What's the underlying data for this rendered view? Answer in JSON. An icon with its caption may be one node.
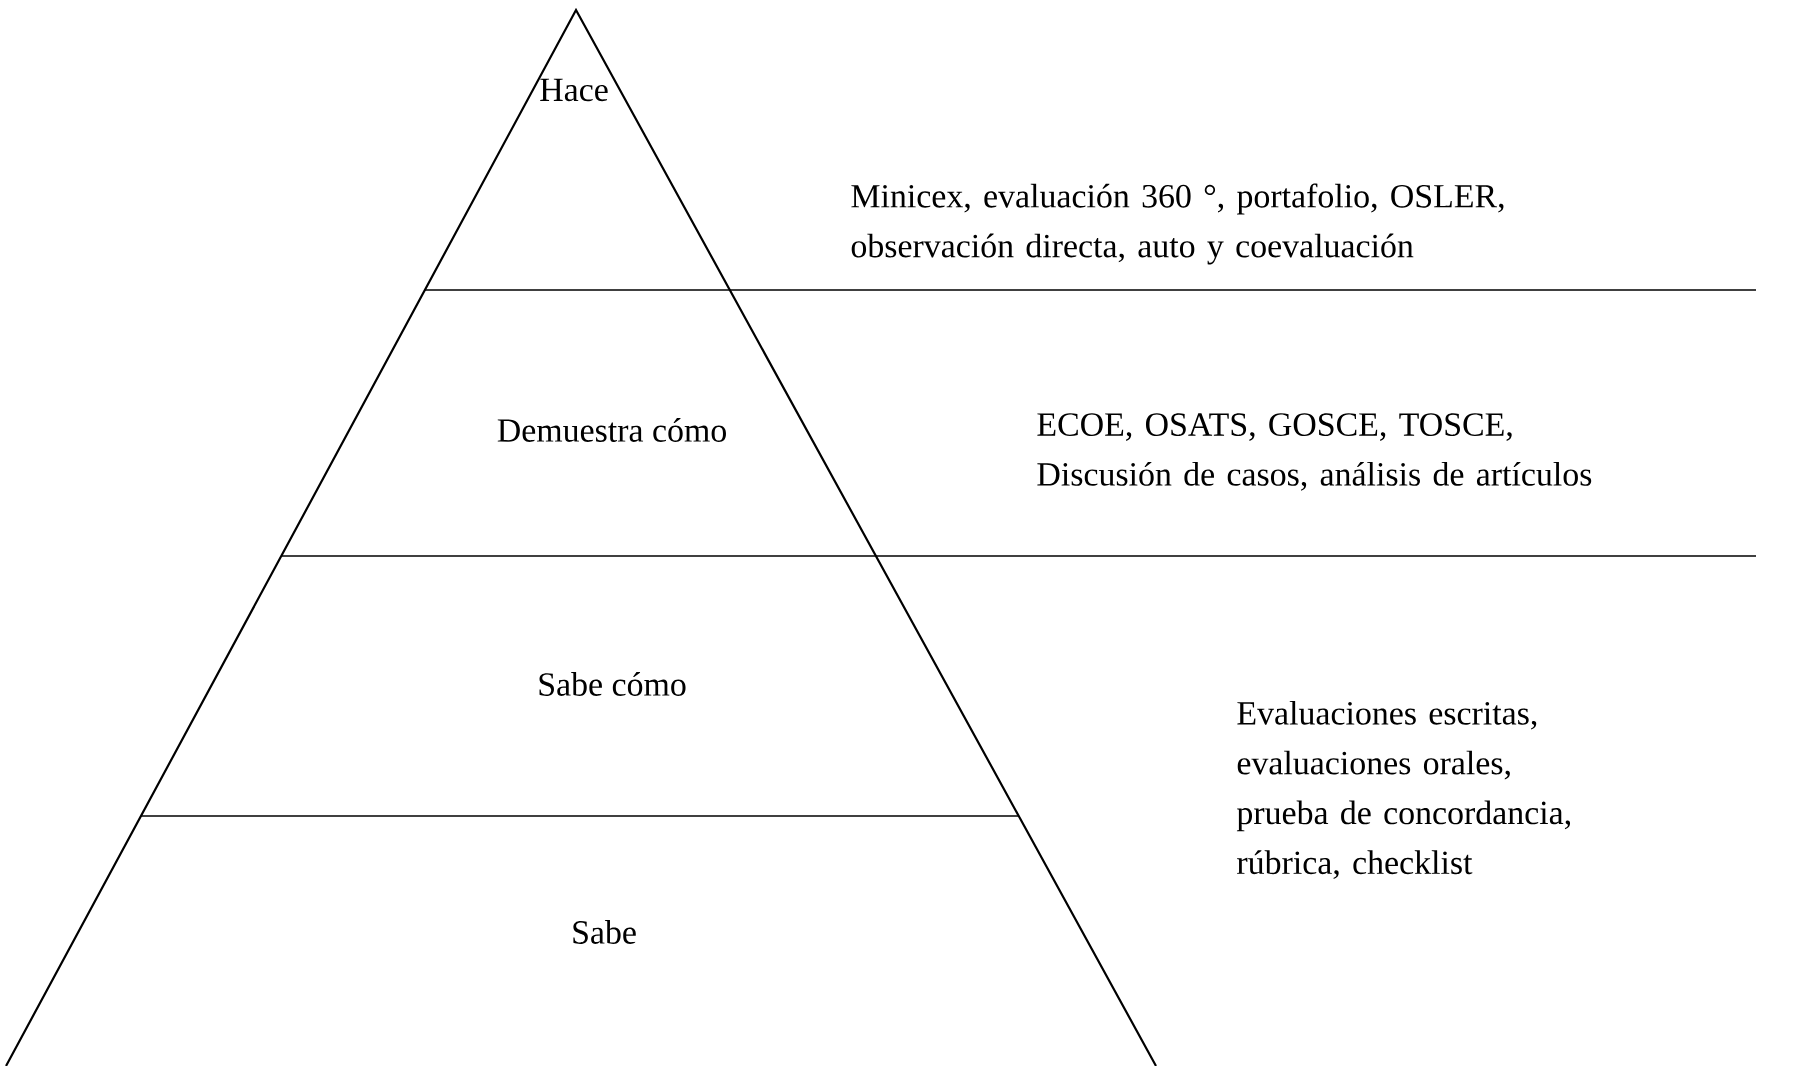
{
  "diagram": {
    "nodes": [
      {
        "text": [
          "Hace"
        ]
      },
      {
        "text": [
          "Demuestra cómo"
        ]
      },
      {
        "text": [
          "Sabe cómo"
        ]
      },
      {
        "text": [
          "Sabe"
        ]
      }
    ],
    "labels": [
      "Minicex, evaluación 360 °, portafolio, OSLER, observación directa, auto y coevaluación",
      "ECOE, OSATS, GOSCE, TOSCE, Discusión de casos, análisis de artículos",
      "Evaluaciones escritas, evaluaciones orales, prueba de concordancia, rúbrica, checklist"
    ]
  }
}
